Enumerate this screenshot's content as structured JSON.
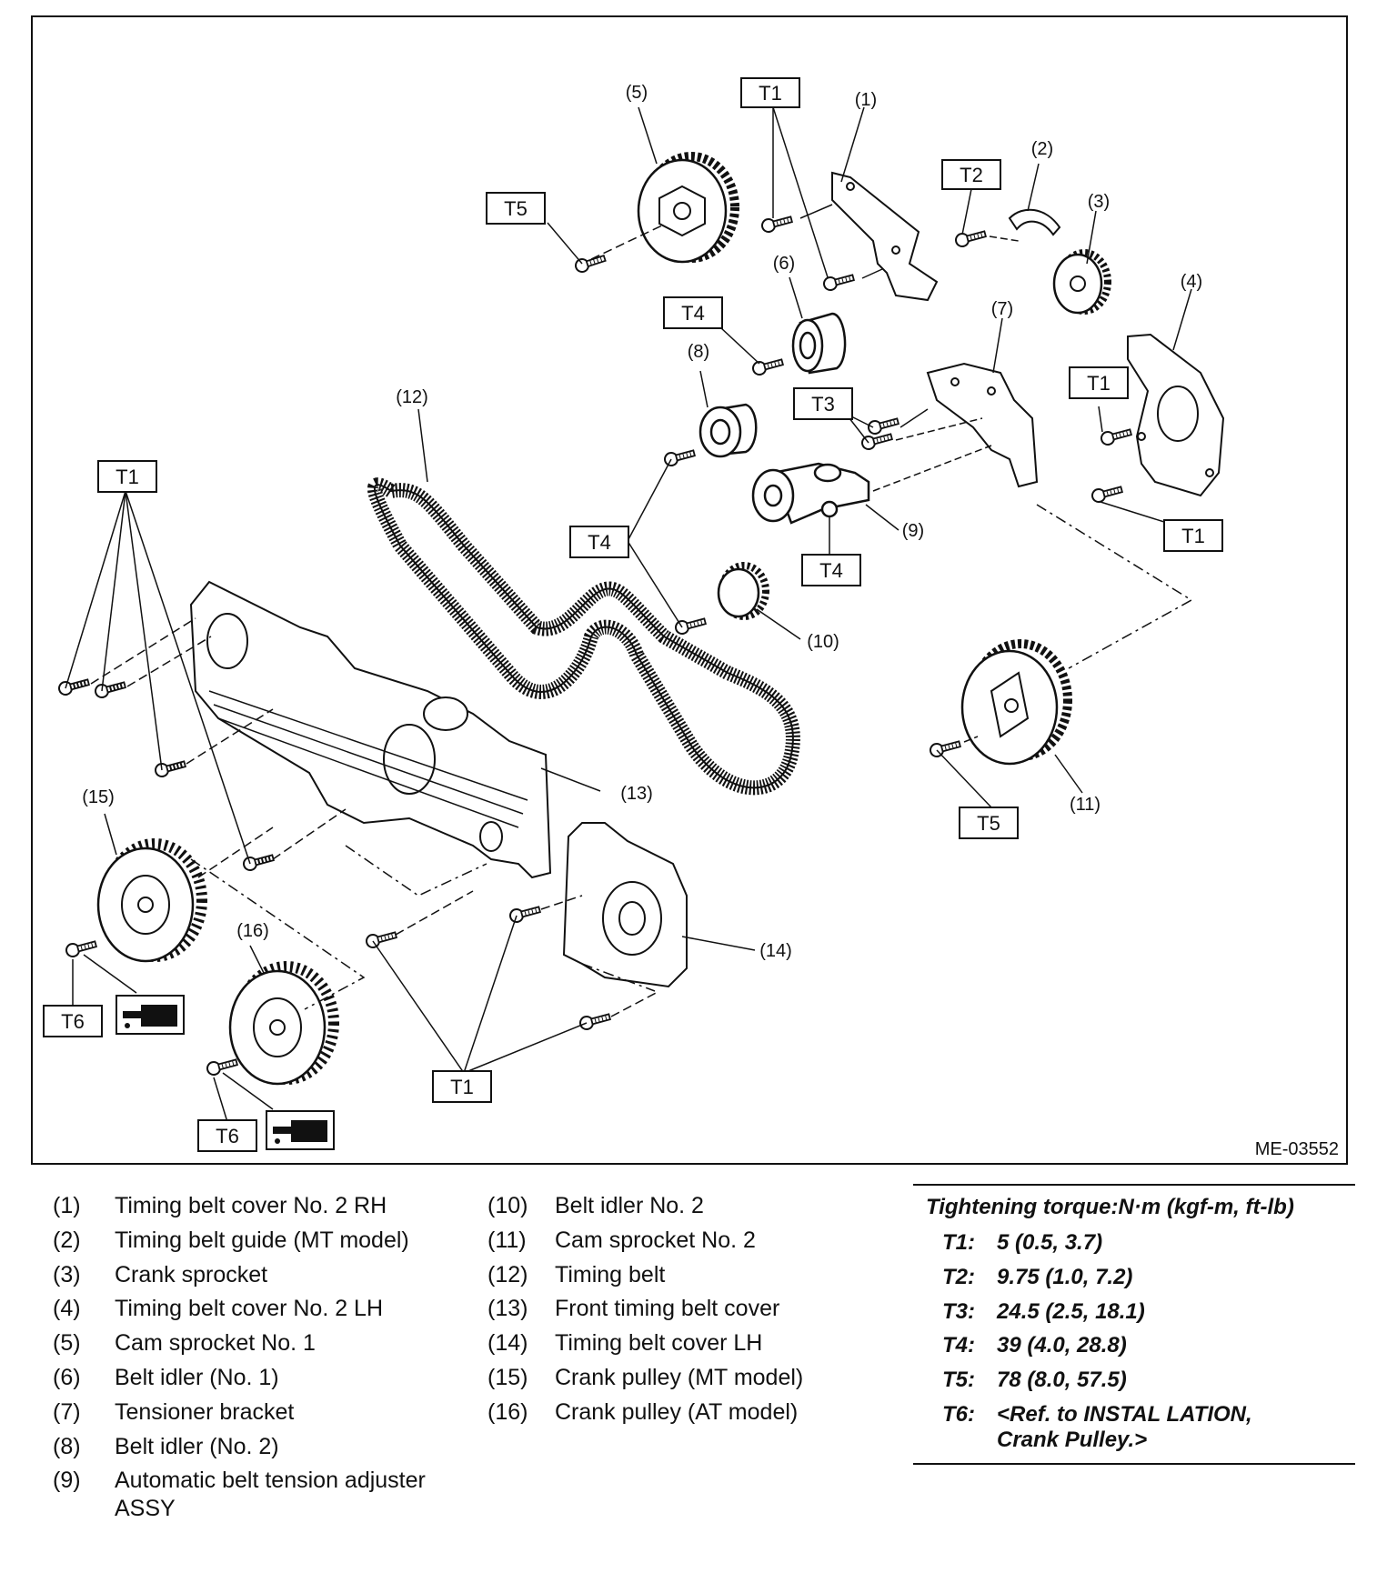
{
  "figure": {
    "id_code": "ME-03552",
    "part_callouts": [
      "(1)",
      "(2)",
      "(3)",
      "(4)",
      "(5)",
      "(6)",
      "(7)",
      "(8)",
      "(9)",
      "(10)",
      "(11)",
      "(12)",
      "(13)",
      "(14)",
      "(15)",
      "(16)"
    ],
    "torque_tags": {
      "t1": "T1",
      "t2": "T2",
      "t3": "T3",
      "t4": "T4",
      "t5": "T5",
      "t6": "T6"
    }
  },
  "legend": {
    "left": [
      {
        "num": "(1)",
        "text": "Timing belt cover No. 2 RH"
      },
      {
        "num": "(2)",
        "text": "Timing belt guide (MT model)"
      },
      {
        "num": "(3)",
        "text": "Crank sprocket"
      },
      {
        "num": "(4)",
        "text": "Timing belt cover No. 2 LH"
      },
      {
        "num": "(5)",
        "text": "Cam sprocket No. 1"
      },
      {
        "num": "(6)",
        "text": "Belt idler (No. 1)"
      },
      {
        "num": "(7)",
        "text": "Tensioner bracket"
      },
      {
        "num": "(8)",
        "text": "Belt idler (No. 2)"
      },
      {
        "num": "(9)",
        "text": "Automatic belt tension adjuster ASSY"
      }
    ],
    "middle": [
      {
        "num": "(10)",
        "text": "Belt idler No. 2"
      },
      {
        "num": "(11)",
        "text": "Cam sprocket No. 2"
      },
      {
        "num": "(12)",
        "text": "Timing belt"
      },
      {
        "num": "(13)",
        "text": "Front timing belt cover"
      },
      {
        "num": "(14)",
        "text": "Timing belt cover LH"
      },
      {
        "num": "(15)",
        "text": "Crank pulley (MT model)"
      },
      {
        "num": "(16)",
        "text": "Crank pulley (AT model)"
      }
    ]
  },
  "torque": {
    "title": "Tightening torque:N·m (kgf-m, ft-lb)",
    "rows": [
      {
        "key": "T1:",
        "value": "5 (0.5, 3.7)"
      },
      {
        "key": "T2:",
        "value": "9.75 (1.0, 7.2)"
      },
      {
        "key": "T3:",
        "value": "24.5 (2.5, 18.1)"
      },
      {
        "key": "T4:",
        "value": "39 (4.0, 28.8)"
      },
      {
        "key": "T5:",
        "value": "78 (8.0, 57.5)"
      },
      {
        "key": "T6:",
        "value": "<Ref. to INSTAL LATION,",
        "continuation": "Crank Pulley.>"
      }
    ]
  }
}
